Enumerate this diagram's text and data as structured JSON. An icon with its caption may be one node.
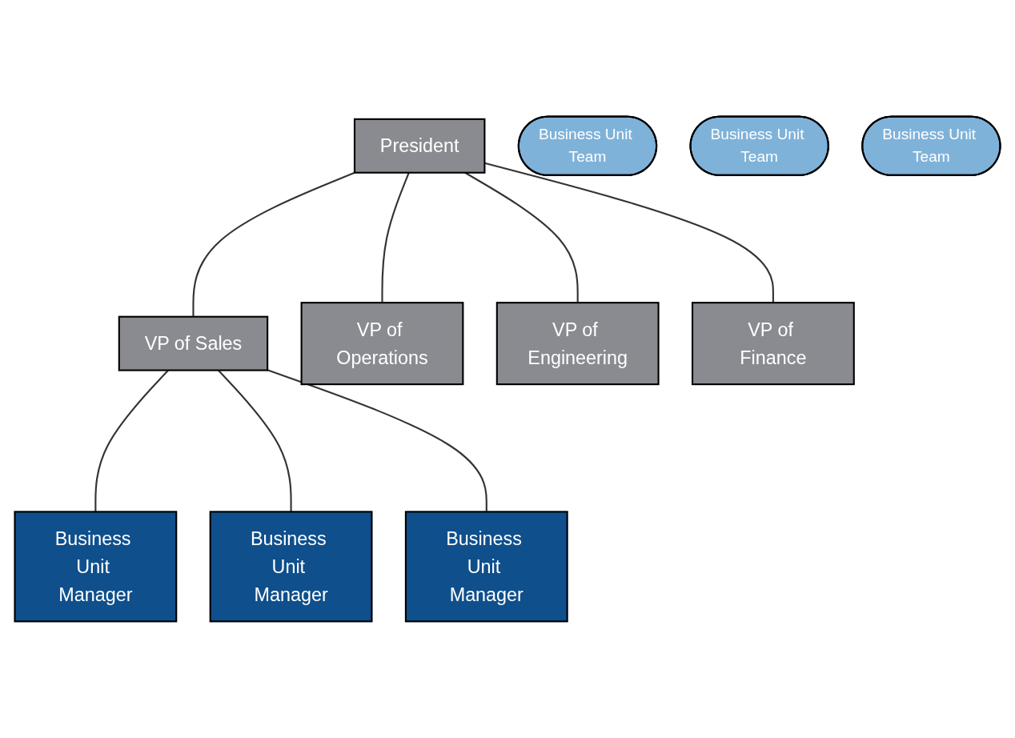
{
  "diagram": {
    "nodes": [
      {
        "text": [
          "President"
        ]
      },
      {
        "text": [
          "VP of Sales"
        ]
      },
      {
        "text": [
          "VP of Operations"
        ]
      },
      {
        "text": [
          "VP of Engineering"
        ]
      },
      {
        "text": [
          "VP of Finance"
        ]
      },
      {
        "text": [
          "Business Unit Manager"
        ]
      },
      {
        "text": [
          "Business Unit Team"
        ]
      },
      {
        "text": [
          "Business Unit Manager"
        ]
      },
      {
        "text": [
          "Business Unit Team"
        ]
      },
      {
        "text": [
          "Business Unit Manager"
        ]
      },
      {
        "text": [
          "Business Unit Team"
        ]
      }
    ],
    "edges": [
      {
        "from": 0,
        "to": 1,
        "arrow": "none"
      },
      {
        "from": 0,
        "to": 2,
        "arrow": "none"
      },
      {
        "from": 0,
        "to": 3,
        "arrow": "none"
      },
      {
        "from": 0,
        "to": 4,
        "arrow": "none"
      },
      {
        "from": 1,
        "to": 5,
        "arrow": "none"
      },
      {
        "from": 1,
        "to": 7,
        "arrow": "none"
      },
      {
        "from": 1,
        "to": 9,
        "arrow": "none"
      }
    ]
  }
}
